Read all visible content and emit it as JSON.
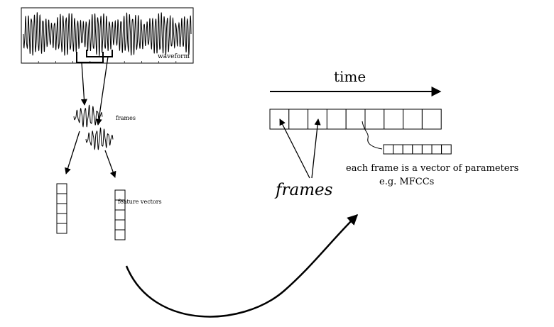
{
  "labels": {
    "waveform": "waveform",
    "frames_small": "frames",
    "feature_vectors": "feature vectors",
    "time": "time",
    "frames_big": "frames",
    "vector_desc_line1": "each frame is a vector of parameters",
    "vector_desc_line2": "e.g. MFCCs"
  },
  "colors": {
    "ink": "#000000",
    "background": "#ffffff"
  },
  "sequence": {
    "cell_count": 9,
    "param_cell_count": 7
  },
  "feature_vector_cells": 5
}
